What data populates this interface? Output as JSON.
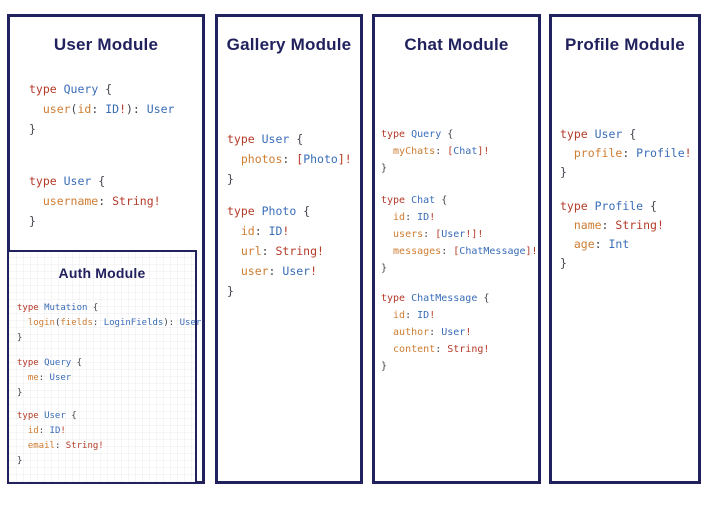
{
  "colors": {
    "navy": "#21215e",
    "keyword_red": "#b43a28",
    "type_blue": "#3a6db8",
    "field_orange": "#ce7d32",
    "punctuation_gray": "#43454d",
    "background": "#ffffff"
  },
  "panels": [
    {
      "title": "User Module",
      "blocks": [
        [
          [
            {
              "c": "kw",
              "t": "type "
            },
            {
              "c": "ty",
              "t": "Query "
            },
            {
              "c": "pu",
              "t": "{"
            }
          ],
          [
            {
              "c": "fd",
              "t": "  user"
            },
            {
              "c": "pu",
              "t": "("
            },
            {
              "c": "fd",
              "t": "id"
            },
            {
              "c": "pu",
              "t": ": "
            },
            {
              "c": "ty",
              "t": "ID"
            },
            {
              "c": "kw",
              "t": "!"
            },
            {
              "c": "pu",
              "t": "): "
            },
            {
              "c": "ty",
              "t": "User"
            }
          ],
          [
            {
              "c": "pu",
              "t": "}"
            }
          ]
        ],
        [
          [
            {
              "c": "kw",
              "t": "type "
            },
            {
              "c": "ty",
              "t": "User "
            },
            {
              "c": "pu",
              "t": "{"
            }
          ],
          [
            {
              "c": "fd",
              "t": "  username"
            },
            {
              "c": "pu",
              "t": ": "
            },
            {
              "c": "kw",
              "t": "String!"
            }
          ],
          [
            {
              "c": "pu",
              "t": "}"
            }
          ]
        ]
      ]
    },
    {
      "title": "Gallery Module",
      "blocks": [
        [
          [
            {
              "c": "kw",
              "t": "type "
            },
            {
              "c": "ty",
              "t": "User "
            },
            {
              "c": "pu",
              "t": "{"
            }
          ],
          [
            {
              "c": "fd",
              "t": "  photos"
            },
            {
              "c": "pu",
              "t": ": "
            },
            {
              "c": "kw",
              "t": "["
            },
            {
              "c": "ty",
              "t": "Photo"
            },
            {
              "c": "kw",
              "t": "]!"
            }
          ],
          [
            {
              "c": "pu",
              "t": "}"
            }
          ]
        ],
        [
          [
            {
              "c": "kw",
              "t": "type "
            },
            {
              "c": "ty",
              "t": "Photo "
            },
            {
              "c": "pu",
              "t": "{"
            }
          ],
          [
            {
              "c": "fd",
              "t": "  id"
            },
            {
              "c": "pu",
              "t": ": "
            },
            {
              "c": "ty",
              "t": "ID"
            },
            {
              "c": "kw",
              "t": "!"
            }
          ],
          [
            {
              "c": "fd",
              "t": "  url"
            },
            {
              "c": "pu",
              "t": ": "
            },
            {
              "c": "kw",
              "t": "String!"
            }
          ],
          [
            {
              "c": "fd",
              "t": "  user"
            },
            {
              "c": "pu",
              "t": ": "
            },
            {
              "c": "ty",
              "t": "User"
            },
            {
              "c": "kw",
              "t": "!"
            }
          ],
          [
            {
              "c": "pu",
              "t": "}"
            }
          ]
        ]
      ]
    },
    {
      "title": "Chat Module",
      "blocks": [
        [
          [
            {
              "c": "kw",
              "t": "type "
            },
            {
              "c": "ty",
              "t": "Query "
            },
            {
              "c": "pu",
              "t": "{"
            }
          ],
          [
            {
              "c": "fd",
              "t": "  myChats"
            },
            {
              "c": "pu",
              "t": ": "
            },
            {
              "c": "kw",
              "t": "["
            },
            {
              "c": "ty",
              "t": "Chat"
            },
            {
              "c": "kw",
              "t": "]!"
            }
          ],
          [
            {
              "c": "pu",
              "t": "}"
            }
          ]
        ],
        [
          [
            {
              "c": "kw",
              "t": "type "
            },
            {
              "c": "ty",
              "t": "Chat "
            },
            {
              "c": "pu",
              "t": "{"
            }
          ],
          [
            {
              "c": "fd",
              "t": "  id"
            },
            {
              "c": "pu",
              "t": ": "
            },
            {
              "c": "ty",
              "t": "ID"
            },
            {
              "c": "kw",
              "t": "!"
            }
          ],
          [
            {
              "c": "fd",
              "t": "  users"
            },
            {
              "c": "pu",
              "t": ": "
            },
            {
              "c": "kw",
              "t": "["
            },
            {
              "c": "ty",
              "t": "User"
            },
            {
              "c": "kw",
              "t": "!]!"
            }
          ],
          [
            {
              "c": "fd",
              "t": "  messages"
            },
            {
              "c": "pu",
              "t": ": "
            },
            {
              "c": "kw",
              "t": "["
            },
            {
              "c": "ty",
              "t": "ChatMessage"
            },
            {
              "c": "kw",
              "t": "]!"
            }
          ],
          [
            {
              "c": "pu",
              "t": "}"
            }
          ]
        ],
        [
          [
            {
              "c": "kw",
              "t": "type "
            },
            {
              "c": "ty",
              "t": "ChatMessage "
            },
            {
              "c": "pu",
              "t": "{"
            }
          ],
          [
            {
              "c": "fd",
              "t": "  id"
            },
            {
              "c": "pu",
              "t": ": "
            },
            {
              "c": "ty",
              "t": "ID"
            },
            {
              "c": "kw",
              "t": "!"
            }
          ],
          [
            {
              "c": "fd",
              "t": "  author"
            },
            {
              "c": "pu",
              "t": ": "
            },
            {
              "c": "ty",
              "t": "User"
            },
            {
              "c": "kw",
              "t": "!"
            }
          ],
          [
            {
              "c": "fd",
              "t": "  content"
            },
            {
              "c": "pu",
              "t": ": "
            },
            {
              "c": "kw",
              "t": "String!"
            }
          ],
          [
            {
              "c": "pu",
              "t": "}"
            }
          ]
        ]
      ]
    },
    {
      "title": "Profile Module",
      "blocks": [
        [
          [
            {
              "c": "kw",
              "t": "type "
            },
            {
              "c": "ty",
              "t": "User "
            },
            {
              "c": "pu",
              "t": "{"
            }
          ],
          [
            {
              "c": "fd",
              "t": "  profile"
            },
            {
              "c": "pu",
              "t": ": "
            },
            {
              "c": "ty",
              "t": "Profile"
            },
            {
              "c": "kw",
              "t": "!"
            }
          ],
          [
            {
              "c": "pu",
              "t": "}"
            }
          ]
        ],
        [
          [
            {
              "c": "kw",
              "t": "type "
            },
            {
              "c": "ty",
              "t": "Profile "
            },
            {
              "c": "pu",
              "t": "{"
            }
          ],
          [
            {
              "c": "fd",
              "t": "  name"
            },
            {
              "c": "pu",
              "t": ": "
            },
            {
              "c": "kw",
              "t": "String!"
            }
          ],
          [
            {
              "c": "fd",
              "t": "  age"
            },
            {
              "c": "pu",
              "t": ": "
            },
            {
              "c": "ty",
              "t": "Int"
            }
          ],
          [
            {
              "c": "pu",
              "t": "}"
            }
          ]
        ]
      ]
    }
  ],
  "auth": {
    "title": "Auth Module",
    "blocks": [
      [
        [
          {
            "c": "kw",
            "t": "type "
          },
          {
            "c": "ty",
            "t": "Mutation "
          },
          {
            "c": "pu",
            "t": "{"
          }
        ],
        [
          {
            "c": "fd",
            "t": "  login"
          },
          {
            "c": "pu",
            "t": "("
          },
          {
            "c": "fd",
            "t": "fields"
          },
          {
            "c": "pu",
            "t": ": "
          },
          {
            "c": "ty",
            "t": "LoginFields"
          },
          {
            "c": "pu",
            "t": "): "
          },
          {
            "c": "ty",
            "t": "User"
          }
        ],
        [
          {
            "c": "pu",
            "t": "}"
          }
        ]
      ],
      [
        [
          {
            "c": "kw",
            "t": "type "
          },
          {
            "c": "ty",
            "t": "Query "
          },
          {
            "c": "pu",
            "t": "{"
          }
        ],
        [
          {
            "c": "fd",
            "t": "  me"
          },
          {
            "c": "pu",
            "t": ": "
          },
          {
            "c": "ty",
            "t": "User"
          }
        ],
        [
          {
            "c": "pu",
            "t": "}"
          }
        ]
      ],
      [
        [
          {
            "c": "kw",
            "t": "type "
          },
          {
            "c": "ty",
            "t": "User "
          },
          {
            "c": "pu",
            "t": "{"
          }
        ],
        [
          {
            "c": "fd",
            "t": "  id"
          },
          {
            "c": "pu",
            "t": ": "
          },
          {
            "c": "ty",
            "t": "ID"
          },
          {
            "c": "kw",
            "t": "!"
          }
        ],
        [
          {
            "c": "fd",
            "t": "  email"
          },
          {
            "c": "pu",
            "t": ": "
          },
          {
            "c": "kw",
            "t": "String!"
          }
        ],
        [
          {
            "c": "pu",
            "t": "}"
          }
        ]
      ]
    ]
  }
}
